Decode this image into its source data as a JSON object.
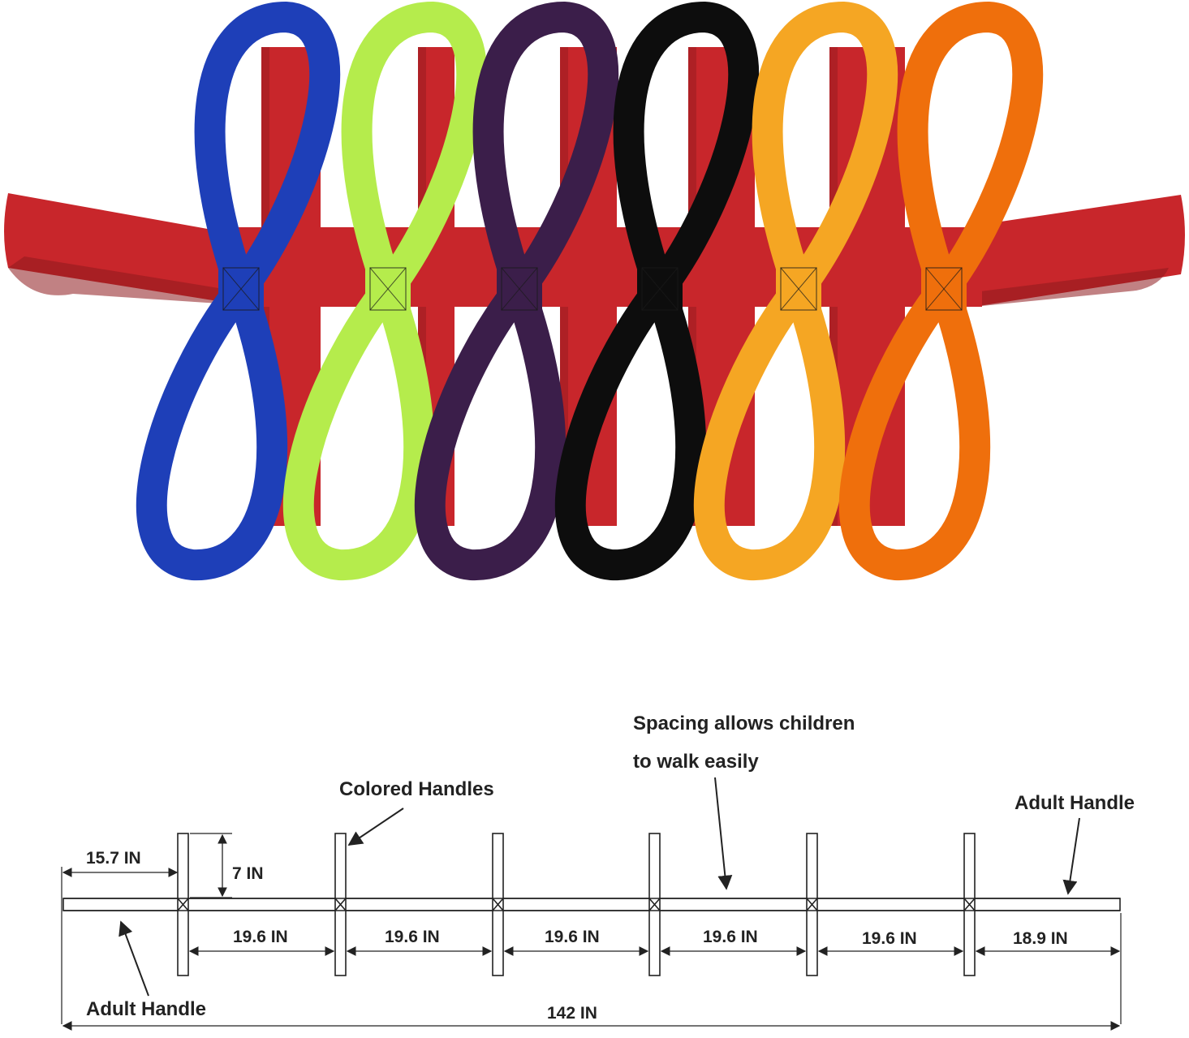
{
  "colors": {
    "main_strap": "#c8262b",
    "main_strap_dark": "#8e1a1e",
    "line": "#222222",
    "handles": [
      "#1e3fb8",
      "#b5ec4c",
      "#3b1e4a",
      "#0d0d0d",
      "#f5a623",
      "#ef6f0c"
    ]
  },
  "product_illustration": {
    "icon": "walking-rope-icon",
    "handle_count": 6
  },
  "diagram": {
    "callouts": {
      "spacing_line1": "Spacing allows children",
      "spacing_line2": "to walk easily",
      "colored_handles": "Colored Handles",
      "adult_handle_right": "Adult Handle",
      "adult_handle_left": "Adult Handle"
    },
    "dimensions": {
      "end_length": "15.7 IN",
      "handle_height": "7 IN",
      "spacings": [
        "19.6 IN",
        "19.6 IN",
        "19.6 IN",
        "19.6 IN",
        "19.6 IN"
      ],
      "last_spacing": "18.9 IN",
      "total_length": "142 IN"
    }
  }
}
